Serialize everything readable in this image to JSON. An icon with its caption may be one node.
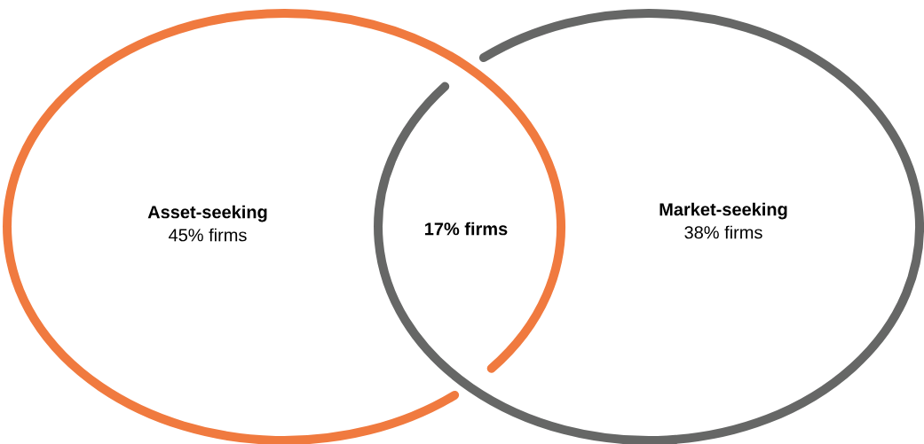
{
  "diagram": {
    "nodes": [
      {
        "text": [
          "Asset-seeking",
          "45% firms"
        ]
      },
      {
        "text": [
          "Market-seeking",
          "38% firms"
        ]
      }
    ],
    "labels": [
      "17% firms"
    ]
  }
}
